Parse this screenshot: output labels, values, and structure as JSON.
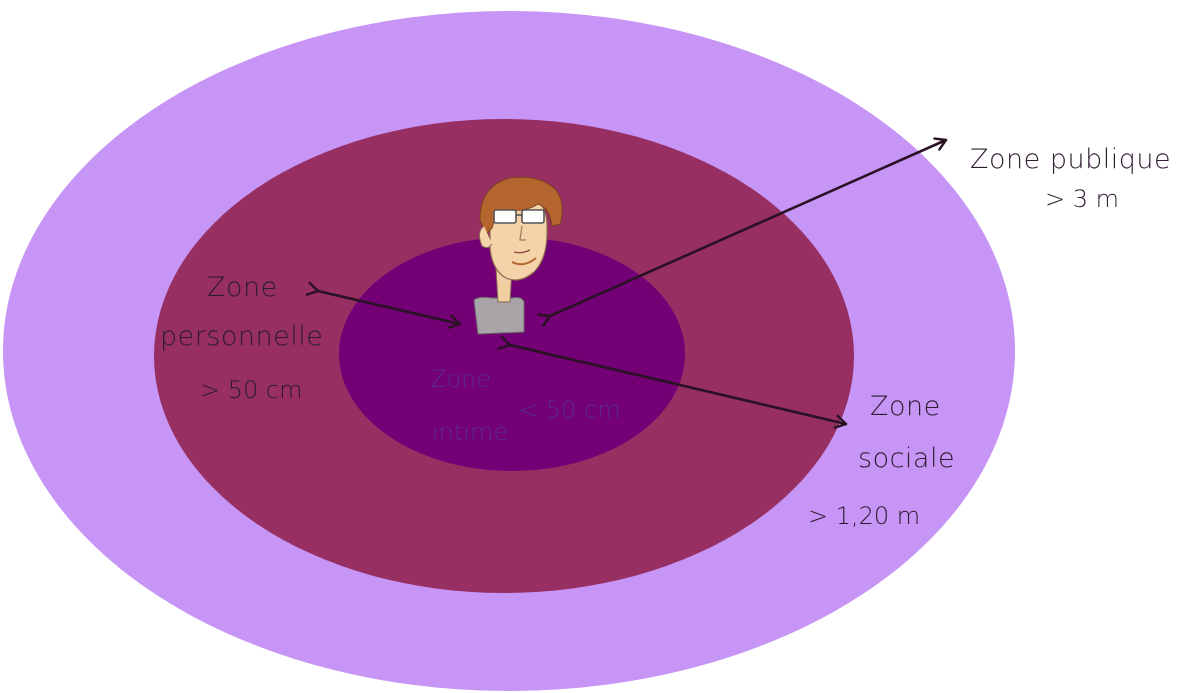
{
  "colors": {
    "background": "#ffffff",
    "zone_publique": "#c695f5",
    "zone_sociale": "#972f62",
    "zone_intime": "#740076",
    "text_dark": "#2d1b2f",
    "text_on_intime": "#5a2a8c",
    "arrow_dark": "#2a1224",
    "skin": "#f4d3a8",
    "hair": "#b5652e",
    "shirt": "#a9a4a7"
  },
  "zones": {
    "publique": {
      "title": "Zone publique",
      "distance": "> 3 m"
    },
    "sociale": {
      "title_line1": "Zone",
      "title_line2": "sociale",
      "distance": "> 1,20 m"
    },
    "personnelle": {
      "title_line1": "Zone",
      "title_line2": "personnelle",
      "distance": "> 50 cm"
    },
    "intime": {
      "title_line1": "Zone",
      "title_line2": "intime",
      "distance": "< 50 cm"
    }
  },
  "icons": {
    "person": "person-head-icon"
  }
}
